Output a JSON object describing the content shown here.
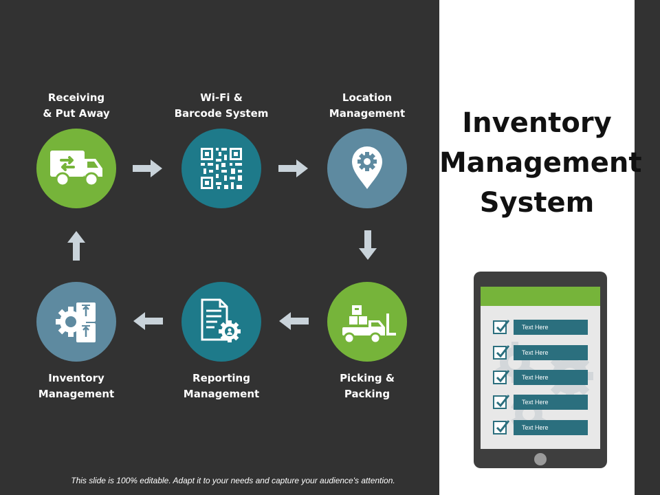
{
  "colors": {
    "background": "#323232",
    "green": "#76b43a",
    "teal": "#1e7a8a",
    "slate": "#5e8aa0",
    "arrow": "#c9d3da",
    "panel": "#ffffff"
  },
  "steps": [
    {
      "line1": "Receiving",
      "line2": "& Put Away",
      "icon": "truck-icon"
    },
    {
      "line1": "Wi-Fi &",
      "line2": "Barcode System",
      "icon": "qr-code-icon"
    },
    {
      "line1": "Location",
      "line2": "Management",
      "icon": "location-gear-icon"
    },
    {
      "line1": "Picking &",
      "line2": "Packing",
      "icon": "forklift-icon"
    },
    {
      "line1": "Reporting",
      "line2": "Management",
      "icon": "report-gear-icon"
    },
    {
      "line1": "Inventory",
      "line2": "Management",
      "icon": "gear-boxes-icon"
    }
  ],
  "title": {
    "line1": "Inventory",
    "line2": "Management",
    "line3": "System"
  },
  "tablet": {
    "items": [
      "Text Here",
      "Text Here",
      "Text Here",
      "Text Here",
      "Text Here"
    ]
  },
  "footer": "This slide is 100% editable. Adapt it to your needs and capture your audience's attention."
}
